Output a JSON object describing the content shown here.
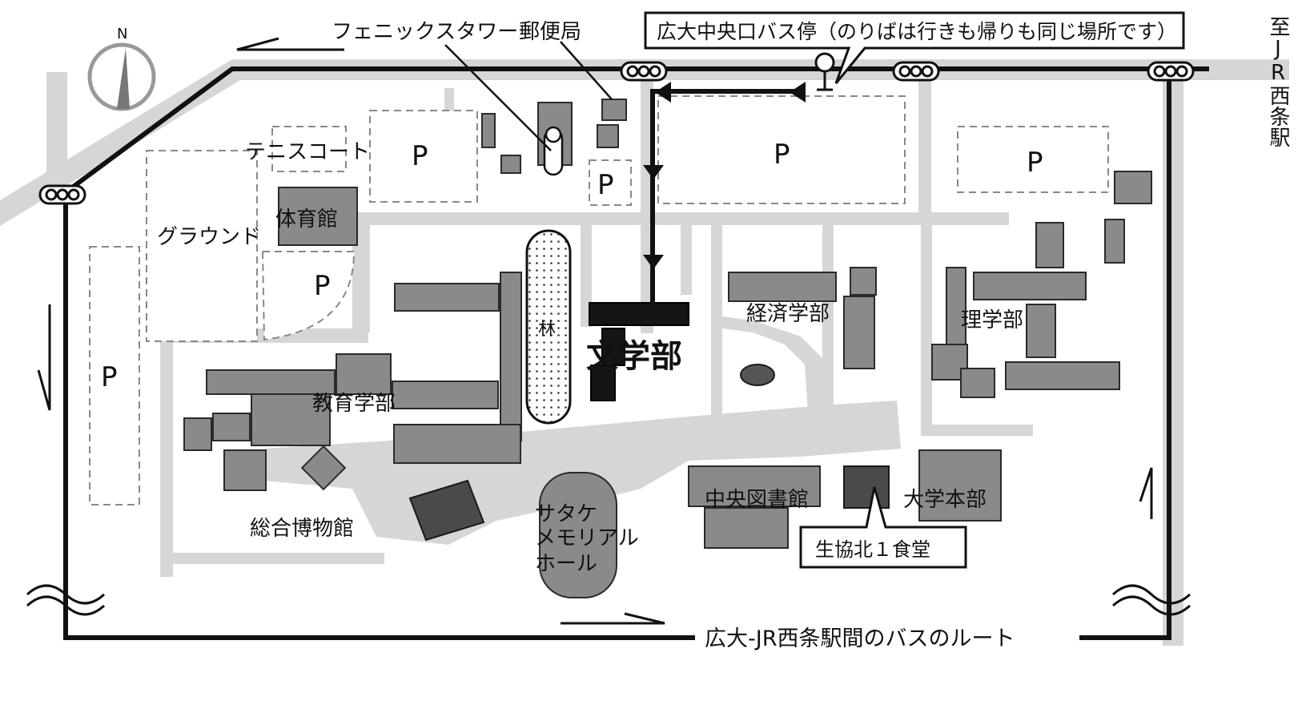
{
  "map": {
    "compass_label": "N",
    "destination_station": "至JR西条駅",
    "bus_stop_callout": "広大中央口バス停（のりばは行きも帰りも同じ場所です）",
    "route_legend": "広大-JR西条駅間のバスのルート",
    "coop_callout": "生協北１食堂",
    "forest_label": "林",
    "buildings": {
      "phoenix_tower": "フェニックスタワー",
      "post_office": "郵便局",
      "tennis_court": "テニスコート",
      "ground": "グラウンド",
      "gymnasium": "体育館",
      "letters": "文学部",
      "education": "教育学部",
      "economics": "経済学部",
      "science": "理学部",
      "museum": "総合博物館",
      "satake_hall": [
        "サタケ",
        "メモリアル",
        "ホール"
      ],
      "central_library": "中央図書館",
      "administration": "大学本部"
    },
    "parking_label": "P"
  },
  "colors": {
    "road": "#d6d6d6",
    "building": "#8a8a8a",
    "building_dark": "#4a4a4a",
    "target_building": "#151515",
    "route": "#111111"
  }
}
